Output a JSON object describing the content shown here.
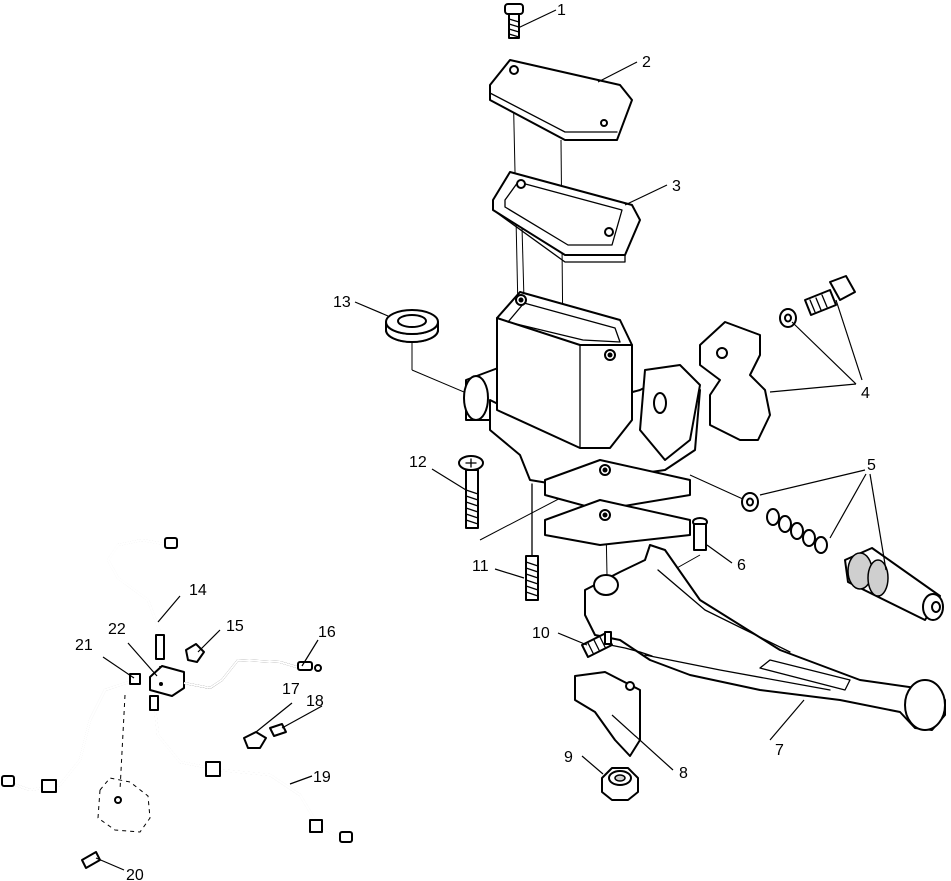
{
  "callouts": {
    "c1": "1",
    "c2": "2",
    "c3": "3",
    "c4": "4",
    "c5": "5",
    "c6": "6",
    "c7": "7",
    "c8": "8",
    "c9": "9",
    "c10": "10",
    "c11": "11",
    "c12": "12",
    "c13": "13",
    "c14": "14",
    "c15": "15",
    "c16": "16",
    "c17": "17",
    "c18": "18",
    "c19": "19",
    "c20": "20",
    "c21": "21",
    "c22": "22"
  },
  "colors": {
    "line": "#000000",
    "background": "#ffffff",
    "shading": "#cfcfcf"
  }
}
